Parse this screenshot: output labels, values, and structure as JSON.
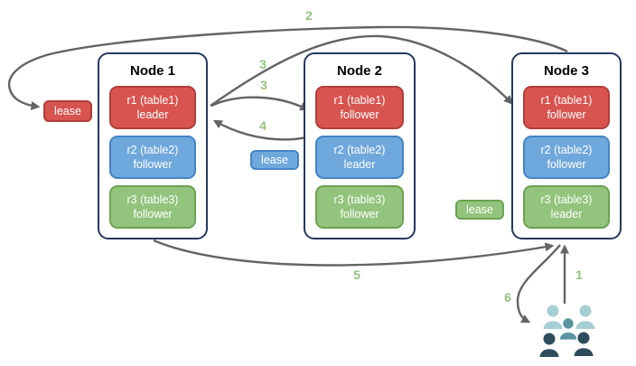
{
  "diagram_type": "cluster replication / leaseholder diagram",
  "nodes": [
    {
      "title": "Node 1",
      "replicas": [
        {
          "name": "r1 (table1)",
          "role": "leader",
          "color": "#d85450"
        },
        {
          "name": "r2 (table2)",
          "role": "follower",
          "color": "#6fa8dc"
        },
        {
          "name": "r3 (table3)",
          "role": "follower",
          "color": "#93c47d"
        }
      ]
    },
    {
      "title": "Node 2",
      "replicas": [
        {
          "name": "r1 (table1)",
          "role": "follower",
          "color": "#d85450"
        },
        {
          "name": "r2 (table2)",
          "role": "leader",
          "color": "#6fa8dc"
        },
        {
          "name": "r3 (table3)",
          "role": "follower",
          "color": "#93c47d"
        }
      ]
    },
    {
      "title": "Node 3",
      "replicas": [
        {
          "name": "r1 (table1)",
          "role": "follower",
          "color": "#d85450"
        },
        {
          "name": "r2 (table2)",
          "role": "follower",
          "color": "#6fa8dc"
        },
        {
          "name": "r3 (table3)",
          "role": "leader",
          "color": "#93c47d"
        }
      ]
    }
  ],
  "leases": [
    {
      "label": "lease",
      "color": "#d85450"
    },
    {
      "label": "lease",
      "color": "#6fa8dc"
    },
    {
      "label": "lease",
      "color": "#93c47d"
    }
  ],
  "steps": [
    "2",
    "3",
    "3",
    "4",
    "5",
    "6",
    "1"
  ],
  "icons": {
    "users_group": "users-icon"
  },
  "colors": {
    "red_fill": "#d85450",
    "red_border": "#b03e3b",
    "blue_fill": "#6fa8dc",
    "blue_border": "#4384c4",
    "green_fill": "#93c47d",
    "green_border": "#6ba24f",
    "node_border": "#24395e",
    "arrow": "#646464",
    "step_label": "#93c47d",
    "users_light": "#a6cfd5",
    "users_medium": "#5b93a0",
    "users_dark": "#2e4d5c"
  }
}
